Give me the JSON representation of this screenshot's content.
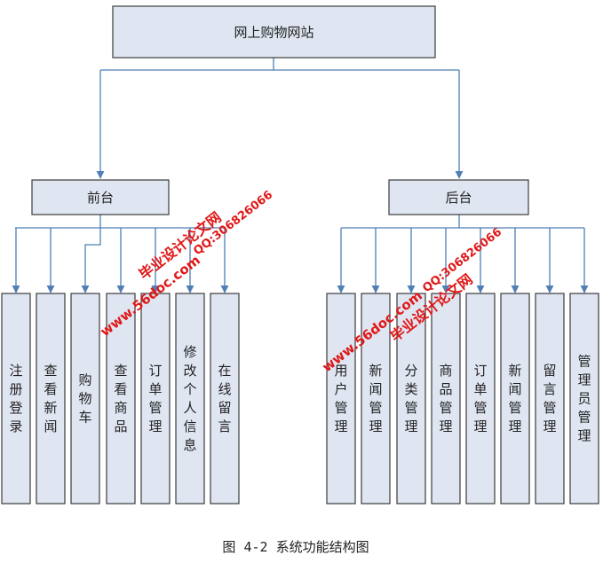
{
  "root": {
    "label": "网上购物网站"
  },
  "frontend": {
    "label": "前台",
    "items": [
      "注册登录",
      "查看新闻",
      "购物车",
      "查看商品",
      "订单管理",
      "修改个人信息",
      "在线留言"
    ]
  },
  "backend": {
    "label": "后台",
    "items": [
      "用户管理",
      "新闻管理",
      "分类管理",
      "商品管理",
      "订单管理",
      "新闻管理",
      "留言管理",
      "管理员管理"
    ]
  },
  "caption": "图 4-2 系统功能结构图",
  "watermarks": [
    {
      "site": "www.56doc.com",
      "brand": "毕业设计论文网",
      "qq": "QQ:306826066"
    },
    {
      "site": "www.56doc.com",
      "brand": "毕业设计论文网",
      "qq": "QQ:306826066"
    }
  ],
  "colors": {
    "box_fill": "#dfe6f2",
    "box_stroke": "#3b3b3b",
    "line": "#4f7fb5",
    "watermark": "#e01818"
  }
}
